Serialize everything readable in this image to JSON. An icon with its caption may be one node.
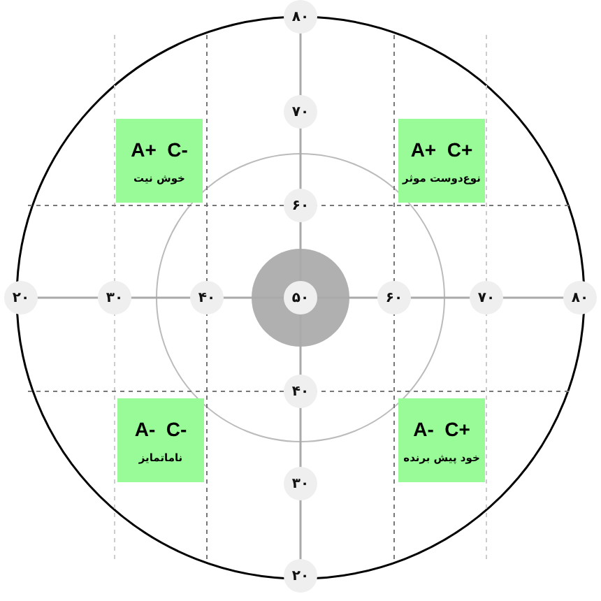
{
  "diagram": {
    "nodes": [
      {
        "text": [
          "A+  C-",
          "خوش نیت"
        ]
      },
      {
        "text": [
          "A+  C+",
          "نوع‌دوست موثر"
        ]
      },
      {
        "text": [
          "A-  C-",
          "ناماتمایز"
        ]
      },
      {
        "text": [
          "A-  C+",
          "خود پیش برنده"
        ]
      }
    ],
    "labels": [
      "۸۰",
      "۷۰",
      "۶۰",
      "۲۰",
      "۳۰",
      "۴۰",
      "۵۰",
      "۶۰",
      "۷۰",
      "۸۰",
      "۴۰",
      "۳۰",
      "۲۰"
    ]
  }
}
